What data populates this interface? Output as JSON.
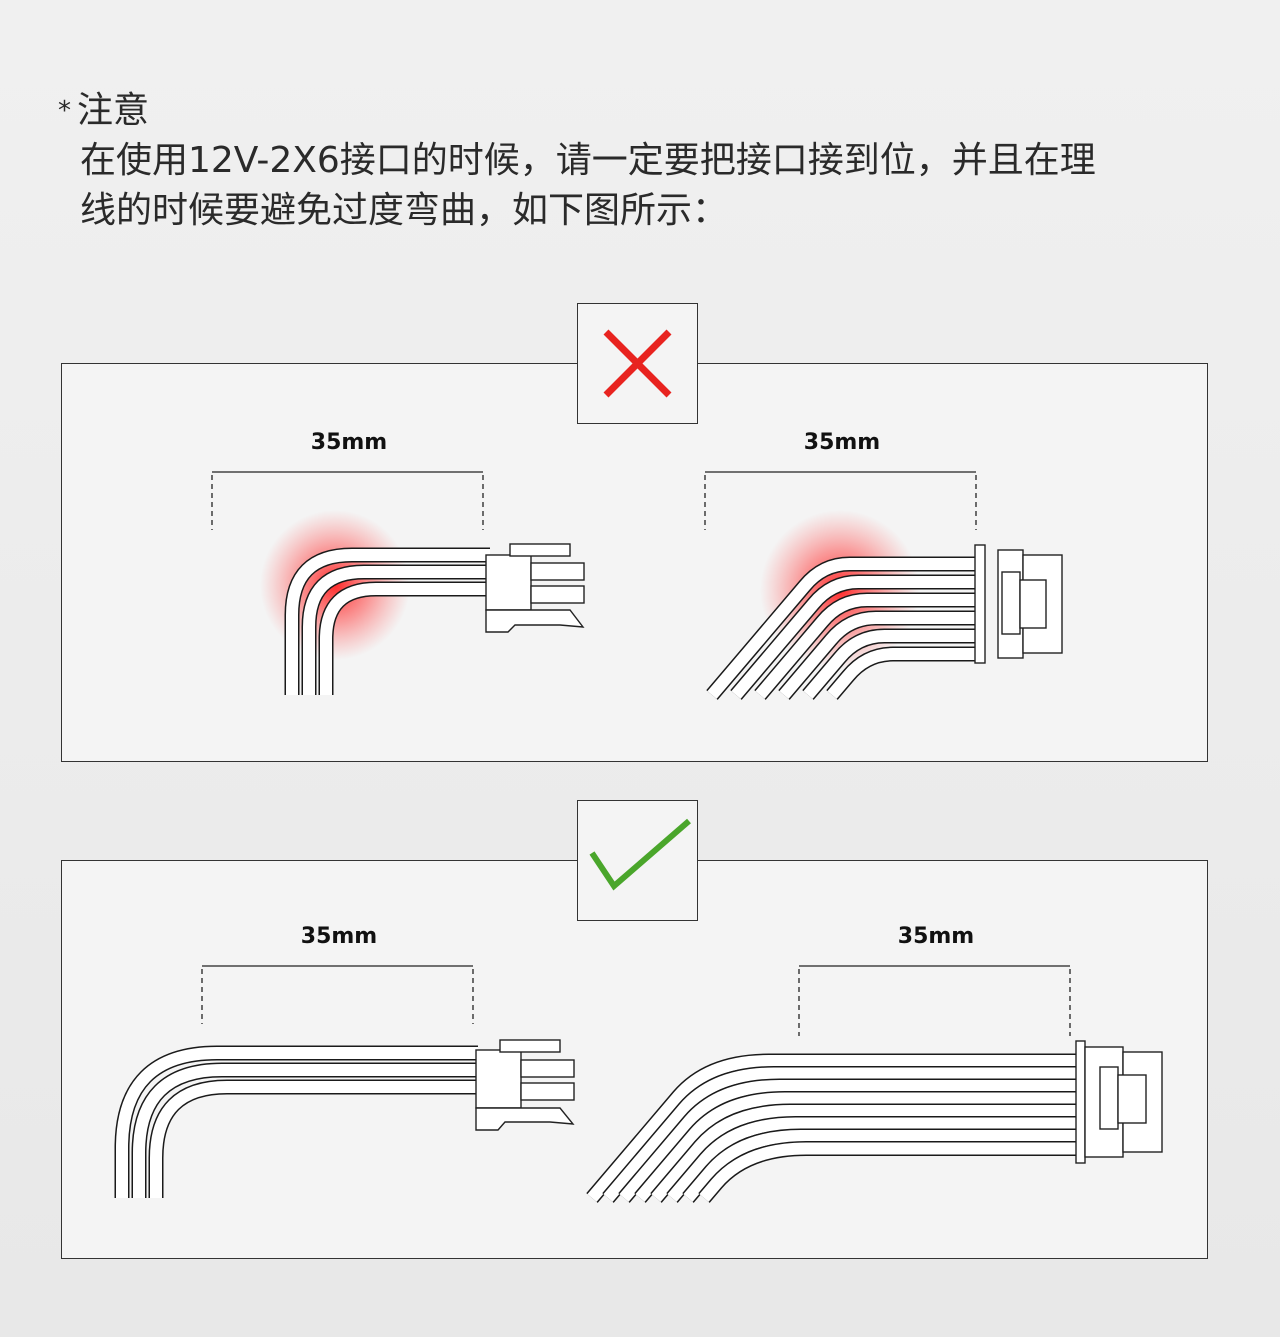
{
  "note": {
    "marker": "*",
    "title": "注意",
    "line1": "在使用12V-2X6接口的时候，请一定要把接口接到位，并且在理",
    "line2": "线的时候要避免过度弯曲，如下图所示："
  },
  "wrong_panel": {
    "icon": "cross-icon",
    "color": "#e8231f",
    "labels": [
      "35mm",
      "35mm"
    ]
  },
  "correct_panel": {
    "icon": "check-icon",
    "color": "#4aa62b",
    "labels": [
      "35mm",
      "35mm"
    ]
  }
}
